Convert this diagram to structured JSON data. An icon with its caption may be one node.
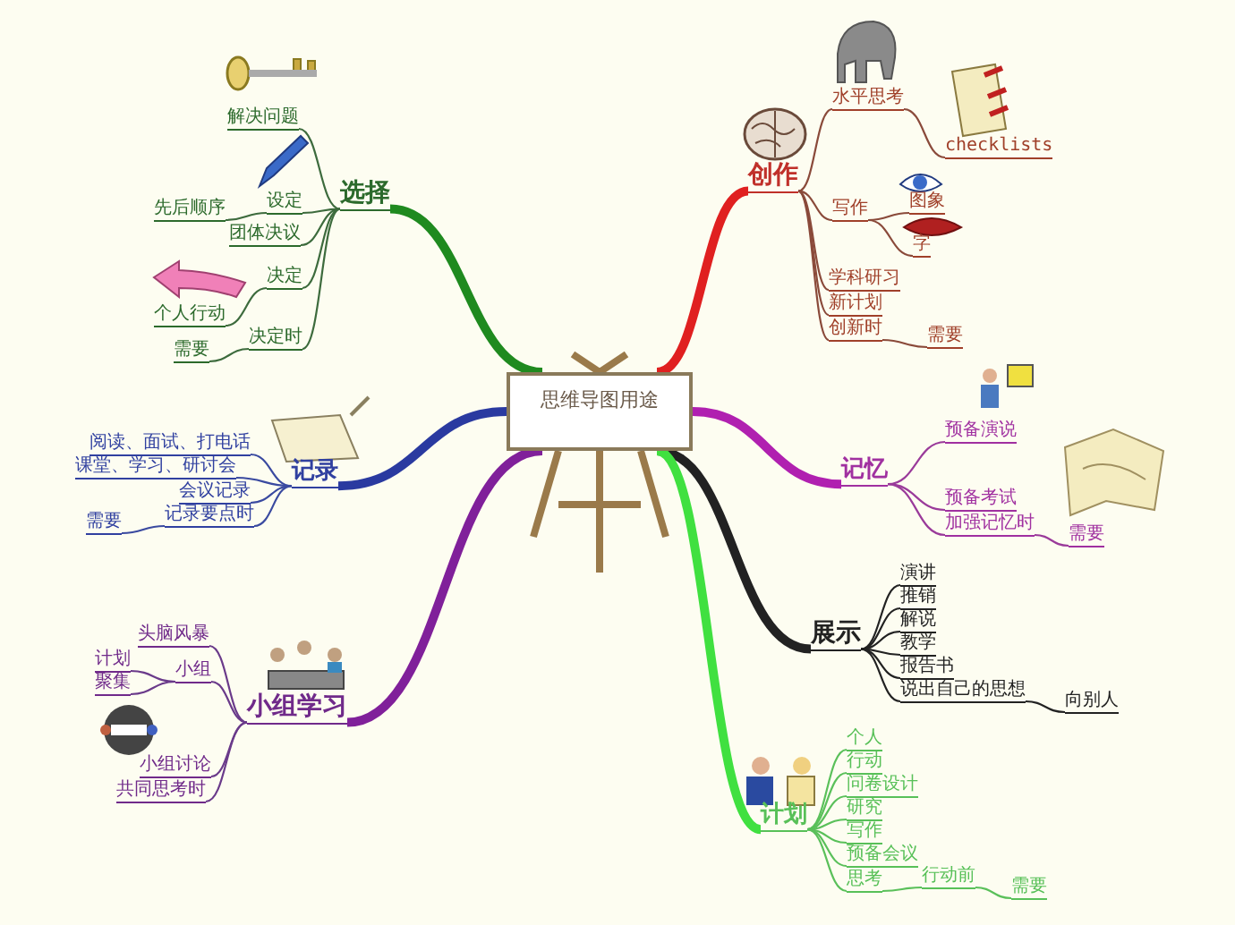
{
  "diagram": {
    "nodes": [
      {
        "text": [
          "思维导图用途"
        ]
      },
      {
        "text": [
          "选择"
        ]
      },
      {
        "text": [
          "解决问题"
        ]
      },
      {
        "text": [
          "设定"
        ]
      },
      {
        "text": [
          "先后顺序"
        ]
      },
      {
        "text": [
          "团体决议"
        ]
      },
      {
        "text": [
          "决定"
        ]
      },
      {
        "text": [
          "个人行动"
        ]
      },
      {
        "text": [
          "决定时"
        ]
      },
      {
        "text": [
          "需要"
        ]
      },
      {
        "text": [
          "创作"
        ]
      },
      {
        "text": [
          "水平思考"
        ]
      },
      {
        "text": [
          "checklists"
        ]
      },
      {
        "text": [
          "写作"
        ]
      },
      {
        "text": [
          "图象"
        ]
      },
      {
        "text": [
          "字"
        ]
      },
      {
        "text": [
          "学科研习"
        ]
      },
      {
        "text": [
          "新计划"
        ]
      },
      {
        "text": [
          "创新时"
        ]
      },
      {
        "text": [
          "需要"
        ]
      },
      {
        "text": [
          "记录"
        ]
      },
      {
        "text": [
          "阅读、面试、打电话"
        ]
      },
      {
        "text": [
          "课堂、学习、研讨会"
        ]
      },
      {
        "text": [
          "会议记录"
        ]
      },
      {
        "text": [
          "记录要点时"
        ]
      },
      {
        "text": [
          "需要"
        ]
      },
      {
        "text": [
          "记忆"
        ]
      },
      {
        "text": [
          "预备演说"
        ]
      },
      {
        "text": [
          "预备考试"
        ]
      },
      {
        "text": [
          "加强记忆时"
        ]
      },
      {
        "text": [
          "需要"
        ]
      },
      {
        "text": [
          "展示"
        ]
      },
      {
        "text": [
          "演讲"
        ]
      },
      {
        "text": [
          "推销"
        ]
      },
      {
        "text": [
          "解说"
        ]
      },
      {
        "text": [
          "教学"
        ]
      },
      {
        "text": [
          "报告书"
        ]
      },
      {
        "text": [
          "说出自己的思想"
        ]
      },
      {
        "text": [
          "向别人"
        ]
      },
      {
        "text": [
          "计划"
        ]
      },
      {
        "text": [
          "个人"
        ]
      },
      {
        "text": [
          "行动"
        ]
      },
      {
        "text": [
          "问卷设计"
        ]
      },
      {
        "text": [
          "研究"
        ]
      },
      {
        "text": [
          "写作"
        ]
      },
      {
        "text": [
          "预备会议"
        ]
      },
      {
        "text": [
          "思考"
        ]
      },
      {
        "text": [
          "行动前"
        ]
      },
      {
        "text": [
          "需要"
        ]
      },
      {
        "text": [
          "小组学习"
        ]
      },
      {
        "text": [
          "头脑风暴"
        ]
      },
      {
        "text": [
          "计划"
        ]
      },
      {
        "text": [
          "聚集"
        ]
      },
      {
        "text": [
          "小组"
        ]
      },
      {
        "text": [
          "小组讨论"
        ]
      },
      {
        "text": [
          "共同思考时"
        ]
      }
    ],
    "edges": [
      {
        "from": 0,
        "to": 1,
        "arrow": "none",
        "style": "thick",
        "color": "#1f8a1f"
      },
      {
        "from": 1,
        "to": 2,
        "arrow": "none",
        "color": "#3d6b3d"
      },
      {
        "from": 1,
        "to": 3,
        "arrow": "none",
        "color": "#3d6b3d"
      },
      {
        "from": 3,
        "to": 4,
        "arrow": "none",
        "color": "#3d6b3d"
      },
      {
        "from": 1,
        "to": 5,
        "arrow": "none",
        "color": "#3d6b3d"
      },
      {
        "from": 1,
        "to": 6,
        "arrow": "none",
        "color": "#3d6b3d"
      },
      {
        "from": 6,
        "to": 7,
        "arrow": "none",
        "color": "#3d6b3d"
      },
      {
        "from": 1,
        "to": 8,
        "arrow": "none",
        "color": "#3d6b3d"
      },
      {
        "from": 8,
        "to": 9,
        "arrow": "none",
        "color": "#3d6b3d"
      },
      {
        "from": 0,
        "to": 10,
        "arrow": "none",
        "style": "thick",
        "color": "#e02020"
      },
      {
        "from": 10,
        "to": 11,
        "arrow": "none",
        "color": "#8a4a3a"
      },
      {
        "from": 11,
        "to": 12,
        "arrow": "none",
        "color": "#8a4a3a"
      },
      {
        "from": 10,
        "to": 13,
        "arrow": "none",
        "color": "#8a4a3a"
      },
      {
        "from": 13,
        "to": 14,
        "arrow": "none",
        "color": "#8a4a3a"
      },
      {
        "from": 13,
        "to": 15,
        "arrow": "none",
        "color": "#8a4a3a"
      },
      {
        "from": 10,
        "to": 16,
        "arrow": "none",
        "color": "#8a4a3a"
      },
      {
        "from": 10,
        "to": 17,
        "arrow": "none",
        "color": "#8a4a3a"
      },
      {
        "from": 10,
        "to": 18,
        "arrow": "none",
        "color": "#8a4a3a"
      },
      {
        "from": 18,
        "to": 19,
        "arrow": "none",
        "color": "#8a4a3a"
      },
      {
        "from": 0,
        "to": 20,
        "arrow": "none",
        "style": "thick",
        "color": "#2a3aa0"
      },
      {
        "from": 20,
        "to": 21,
        "arrow": "none",
        "color": "#3a4aa0"
      },
      {
        "from": 20,
        "to": 22,
        "arrow": "none",
        "color": "#3a4aa0"
      },
      {
        "from": 20,
        "to": 23,
        "arrow": "none",
        "color": "#3a4aa0"
      },
      {
        "from": 20,
        "to": 24,
        "arrow": "none",
        "color": "#3a4aa0"
      },
      {
        "from": 24,
        "to": 25,
        "arrow": "none",
        "color": "#3a4aa0"
      },
      {
        "from": 0,
        "to": 26,
        "arrow": "none",
        "style": "thick",
        "color": "#b020b0"
      },
      {
        "from": 26,
        "to": 27,
        "arrow": "none",
        "color": "#9a3a9a"
      },
      {
        "from": 26,
        "to": 28,
        "arrow": "none",
        "color": "#9a3a9a"
      },
      {
        "from": 26,
        "to": 29,
        "arrow": "none",
        "color": "#9a3a9a"
      },
      {
        "from": 29,
        "to": 30,
        "arrow": "none",
        "color": "#9a3a9a"
      },
      {
        "from": 0,
        "to": 31,
        "arrow": "none",
        "style": "thick",
        "color": "#222222"
      },
      {
        "from": 31,
        "to": 32,
        "arrow": "none",
        "color": "#222222"
      },
      {
        "from": 31,
        "to": 33,
        "arrow": "none",
        "color": "#222222"
      },
      {
        "from": 31,
        "to": 34,
        "arrow": "none",
        "color": "#222222"
      },
      {
        "from": 31,
        "to": 35,
        "arrow": "none",
        "color": "#222222"
      },
      {
        "from": 31,
        "to": 36,
        "arrow": "none",
        "color": "#222222"
      },
      {
        "from": 31,
        "to": 37,
        "arrow": "none",
        "color": "#222222"
      },
      {
        "from": 37,
        "to": 38,
        "arrow": "none",
        "color": "#222222"
      },
      {
        "from": 0,
        "to": 39,
        "arrow": "none",
        "style": "thick",
        "color": "#40e040"
      },
      {
        "from": 39,
        "to": 40,
        "arrow": "none",
        "color": "#5ac05a"
      },
      {
        "from": 39,
        "to": 41,
        "arrow": "none",
        "color": "#5ac05a"
      },
      {
        "from": 39,
        "to": 42,
        "arrow": "none",
        "color": "#5ac05a"
      },
      {
        "from": 39,
        "to": 43,
        "arrow": "none",
        "color": "#5ac05a"
      },
      {
        "from": 39,
        "to": 44,
        "arrow": "none",
        "color": "#5ac05a"
      },
      {
        "from": 39,
        "to": 45,
        "arrow": "none",
        "color": "#5ac05a"
      },
      {
        "from": 39,
        "to": 46,
        "arrow": "none",
        "color": "#5ac05a"
      },
      {
        "from": 46,
        "to": 47,
        "arrow": "none",
        "color": "#5ac05a"
      },
      {
        "from": 47,
        "to": 48,
        "arrow": "none",
        "color": "#5ac05a"
      },
      {
        "from": 0,
        "to": 49,
        "arrow": "none",
        "style": "thick",
        "color": "#80209a"
      },
      {
        "from": 49,
        "to": 50,
        "arrow": "none",
        "color": "#6a3a8a"
      },
      {
        "from": 49,
        "to": 53,
        "arrow": "none",
        "color": "#6a3a8a"
      },
      {
        "from": 53,
        "to": 51,
        "arrow": "none",
        "color": "#6a3a8a"
      },
      {
        "from": 53,
        "to": 52,
        "arrow": "none",
        "color": "#6a3a8a"
      },
      {
        "from": 49,
        "to": 54,
        "arrow": "none",
        "color": "#6a3a8a"
      },
      {
        "from": 49,
        "to": 55,
        "arrow": "none",
        "color": "#6a3a8a"
      }
    ]
  }
}
